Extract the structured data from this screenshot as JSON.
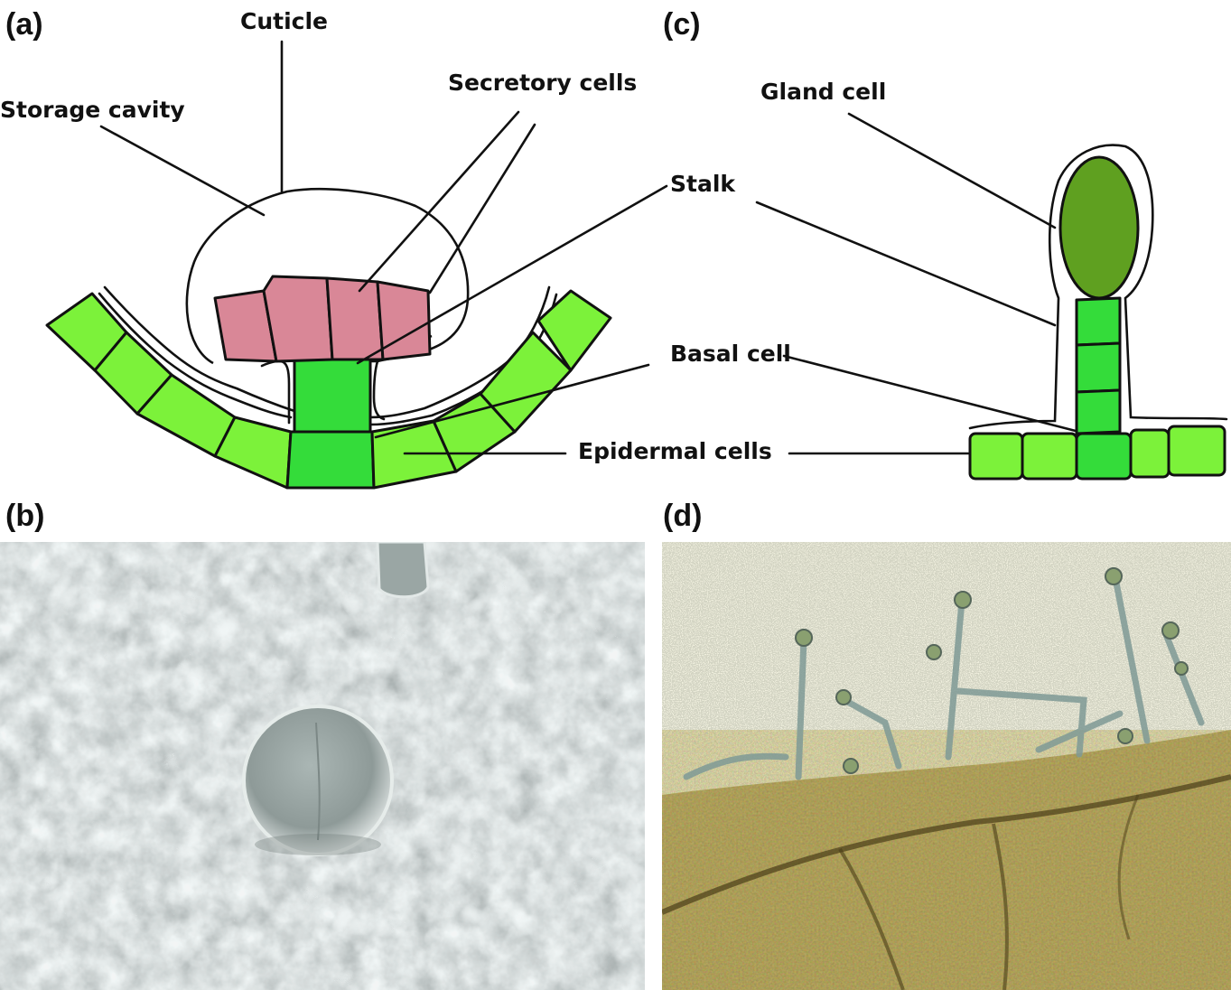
{
  "panels": {
    "a": {
      "letter": "(a)",
      "labels": {
        "cuticle": "Cuticle",
        "storage_cavity": "Storage cavity",
        "secretory_cells": "Secretory cells",
        "stalk": "Stalk",
        "basal_cell": "Basal cell",
        "epidermal_cells": "Epidermal cells"
      }
    },
    "b": {
      "letter": "(b)"
    },
    "c": {
      "letter": "(c)",
      "labels": {
        "gland_cell": "Gland cell"
      }
    },
    "d": {
      "letter": "(d)"
    }
  },
  "colors": {
    "epidermal": "#7CF23A",
    "basal_stalk": "#34DC3A",
    "secretory": "#D98797",
    "gland": "#5FA020",
    "sem_gray": "#8E9A99",
    "micro_background": "#EFEEDD",
    "micro_tissue": "#8E7A33"
  }
}
